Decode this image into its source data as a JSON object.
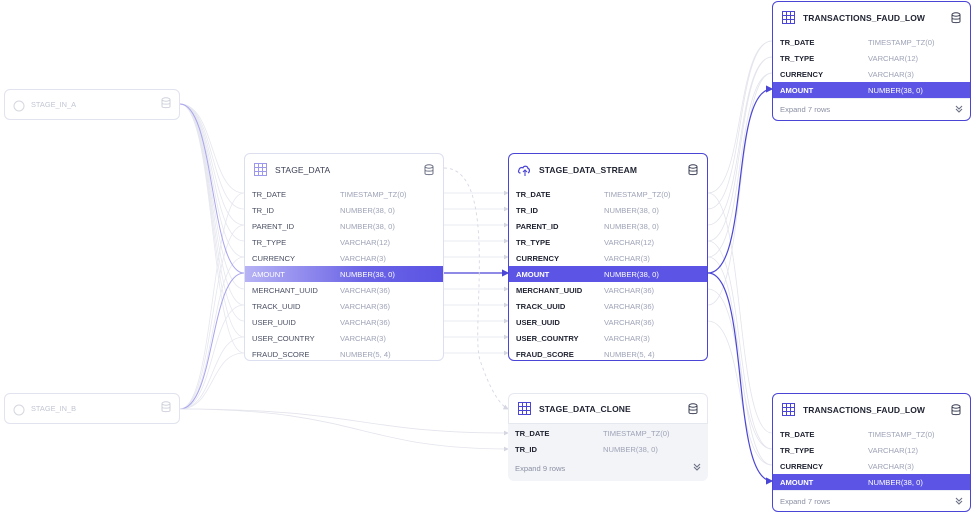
{
  "colors": {
    "accent": "#5b54e4",
    "border": "#c9cce6",
    "muted": "#9ea3b6"
  },
  "stage_a": {
    "title": "STAGE_IN_A",
    "icon": "cloud-upload-icon"
  },
  "stage_b": {
    "title": "STAGE_IN_B",
    "icon": "cloud-upload-icon"
  },
  "stage_data": {
    "title": "STAGE_DATA",
    "icon": "table-grid-icon",
    "rows": [
      {
        "name": "TR_DATE",
        "type": "TIMESTAMP_TZ(0)"
      },
      {
        "name": "TR_ID",
        "type": "NUMBER(38, 0)"
      },
      {
        "name": "PARENT_ID",
        "type": "NUMBER(38, 0)"
      },
      {
        "name": "TR_TYPE",
        "type": "VARCHAR(12)"
      },
      {
        "name": "CURRENCY",
        "type": "VARCHAR(3)"
      },
      {
        "name": "AMOUNT",
        "type": "NUMBER(38, 0)"
      },
      {
        "name": "MERCHANT_UUID",
        "type": "VARCHAR(36)"
      },
      {
        "name": "TRACK_UUID",
        "type": "VARCHAR(36)"
      },
      {
        "name": "USER_UUID",
        "type": "VARCHAR(36)"
      },
      {
        "name": "USER_COUNTRY",
        "type": "VARCHAR(3)"
      },
      {
        "name": "FRAUD_SCORE",
        "type": "NUMBER(5, 4)"
      }
    ]
  },
  "stage_data_stream": {
    "title": "STAGE_DATA_STREAM",
    "icon": "stream-cloud-icon",
    "rows": [
      {
        "name": "TR_DATE",
        "type": "TIMESTAMP_TZ(0)"
      },
      {
        "name": "TR_ID",
        "type": "NUMBER(38, 0)"
      },
      {
        "name": "PARENT_ID",
        "type": "NUMBER(38, 0)"
      },
      {
        "name": "TR_TYPE",
        "type": "VARCHAR(12)"
      },
      {
        "name": "CURRENCY",
        "type": "VARCHAR(3)"
      },
      {
        "name": "AMOUNT",
        "type": "NUMBER(38, 0)"
      },
      {
        "name": "MERCHANT_UUID",
        "type": "VARCHAR(36)"
      },
      {
        "name": "TRACK_UUID",
        "type": "VARCHAR(36)"
      },
      {
        "name": "USER_UUID",
        "type": "VARCHAR(36)"
      },
      {
        "name": "USER_COUNTRY",
        "type": "VARCHAR(3)"
      },
      {
        "name": "FRAUD_SCORE",
        "type": "NUMBER(5, 4)"
      }
    ]
  },
  "stage_data_clone": {
    "title": "STAGE_DATA_CLONE",
    "icon": "table-grid-icon",
    "rows": [
      {
        "name": "TR_DATE",
        "type": "TIMESTAMP_TZ(0)"
      },
      {
        "name": "TR_ID",
        "type": "NUMBER(38, 0)"
      }
    ],
    "expand": "Expand 9 rows"
  },
  "transactions_top": {
    "title": "TRANSACTIONS_FAUD_LOW",
    "icon": "table-grid-icon",
    "rows": [
      {
        "name": "TR_DATE",
        "type": "TIMESTAMP_TZ(0)"
      },
      {
        "name": "TR_TYPE",
        "type": "VARCHAR(12)"
      },
      {
        "name": "CURRENCY",
        "type": "VARCHAR(3)"
      },
      {
        "name": "AMOUNT",
        "type": "NUMBER(38, 0)"
      }
    ],
    "expand": "Expand 7 rows"
  },
  "transactions_bottom": {
    "title": "TRANSACTIONS_FAUD_LOW",
    "icon": "table-grid-icon",
    "rows": [
      {
        "name": "TR_DATE",
        "type": "TIMESTAMP_TZ(0)"
      },
      {
        "name": "TR_TYPE",
        "type": "VARCHAR(12)"
      },
      {
        "name": "CURRENCY",
        "type": "VARCHAR(3)"
      },
      {
        "name": "AMOUNT",
        "type": "NUMBER(38, 0)"
      }
    ],
    "expand": "Expand 7 rows"
  }
}
